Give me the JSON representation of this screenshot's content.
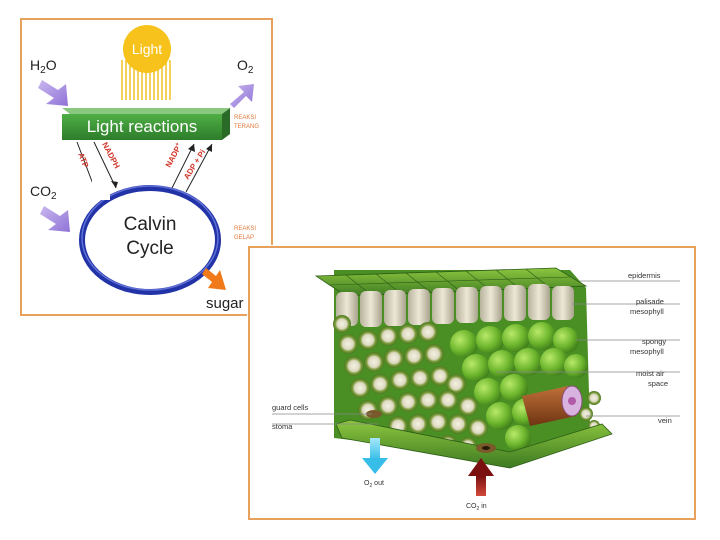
{
  "photosynthesis": {
    "light": "Light",
    "h2o_main": "H",
    "h2o_sub": "2",
    "h2o_end": "O",
    "o2_main": "O",
    "o2_sub": "2",
    "co2_main": "CO",
    "co2_sub": "2",
    "light_reactions": "Light reactions",
    "reaksi_terang_1": "REAKSI",
    "reaksi_terang_2": "TERANG",
    "reaksi_gelap_1": "REAKSI",
    "reaksi_gelap_2": "GELAP",
    "atp": "ATP",
    "nadph": "NADPH",
    "nadp": "NADP",
    "nadp_sup": "+",
    "adp_pi": "ADP + Pi",
    "calvin_1": "Calvin",
    "calvin_2": "Cycle",
    "sugar": "sugar"
  },
  "leaf": {
    "labels": {
      "epidermis": "epidermis",
      "palisade_1": "palisade",
      "palisade_2": "mesophyll",
      "spongy_1": "spongy",
      "spongy_2": "mesophyll",
      "moist_1": "moist air",
      "moist_2": "space",
      "vein": "vein",
      "guard_cells": "guard cells",
      "stoma": "stoma",
      "o2_out_main": "O",
      "o2_out_sub": "2",
      "o2_out_end": " out",
      "co2_in_main": "CO",
      "co2_in_sub": "2",
      "co2_in_end": " in"
    }
  },
  "colors": {
    "frame": "#e8a15c",
    "green_bar": "#3f9a3a",
    "calvin_blue": "#2233a8",
    "arrow_purple": "#a78bdb",
    "sun": "#f6c21b",
    "sugar_arrow": "#f07a1a",
    "o2_arrow": "#5ad3f0",
    "co2_arrow": "#8b1a1a"
  }
}
